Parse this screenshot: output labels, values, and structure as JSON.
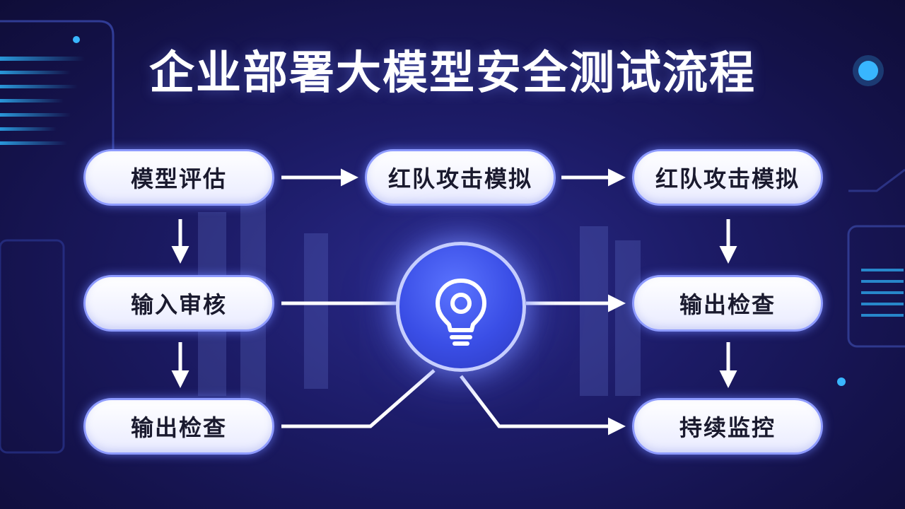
{
  "title": "企业部署大模型安全测试流程",
  "nodes": {
    "model_eval": "模型评估",
    "red_team_1": "红队攻击模拟",
    "red_team_2": "红队攻击模拟",
    "input_review": "输入审核",
    "output_check_left": "输出检查",
    "output_check_right": "输出检查",
    "continuous_monitoring": "持续监控"
  },
  "hub": {
    "icon": "lightbulb-icon"
  },
  "colors": {
    "background": "#1c1b66",
    "node_border": "#8e9bff",
    "hub": "#3a4ee6",
    "connector": "#ffffff"
  }
}
